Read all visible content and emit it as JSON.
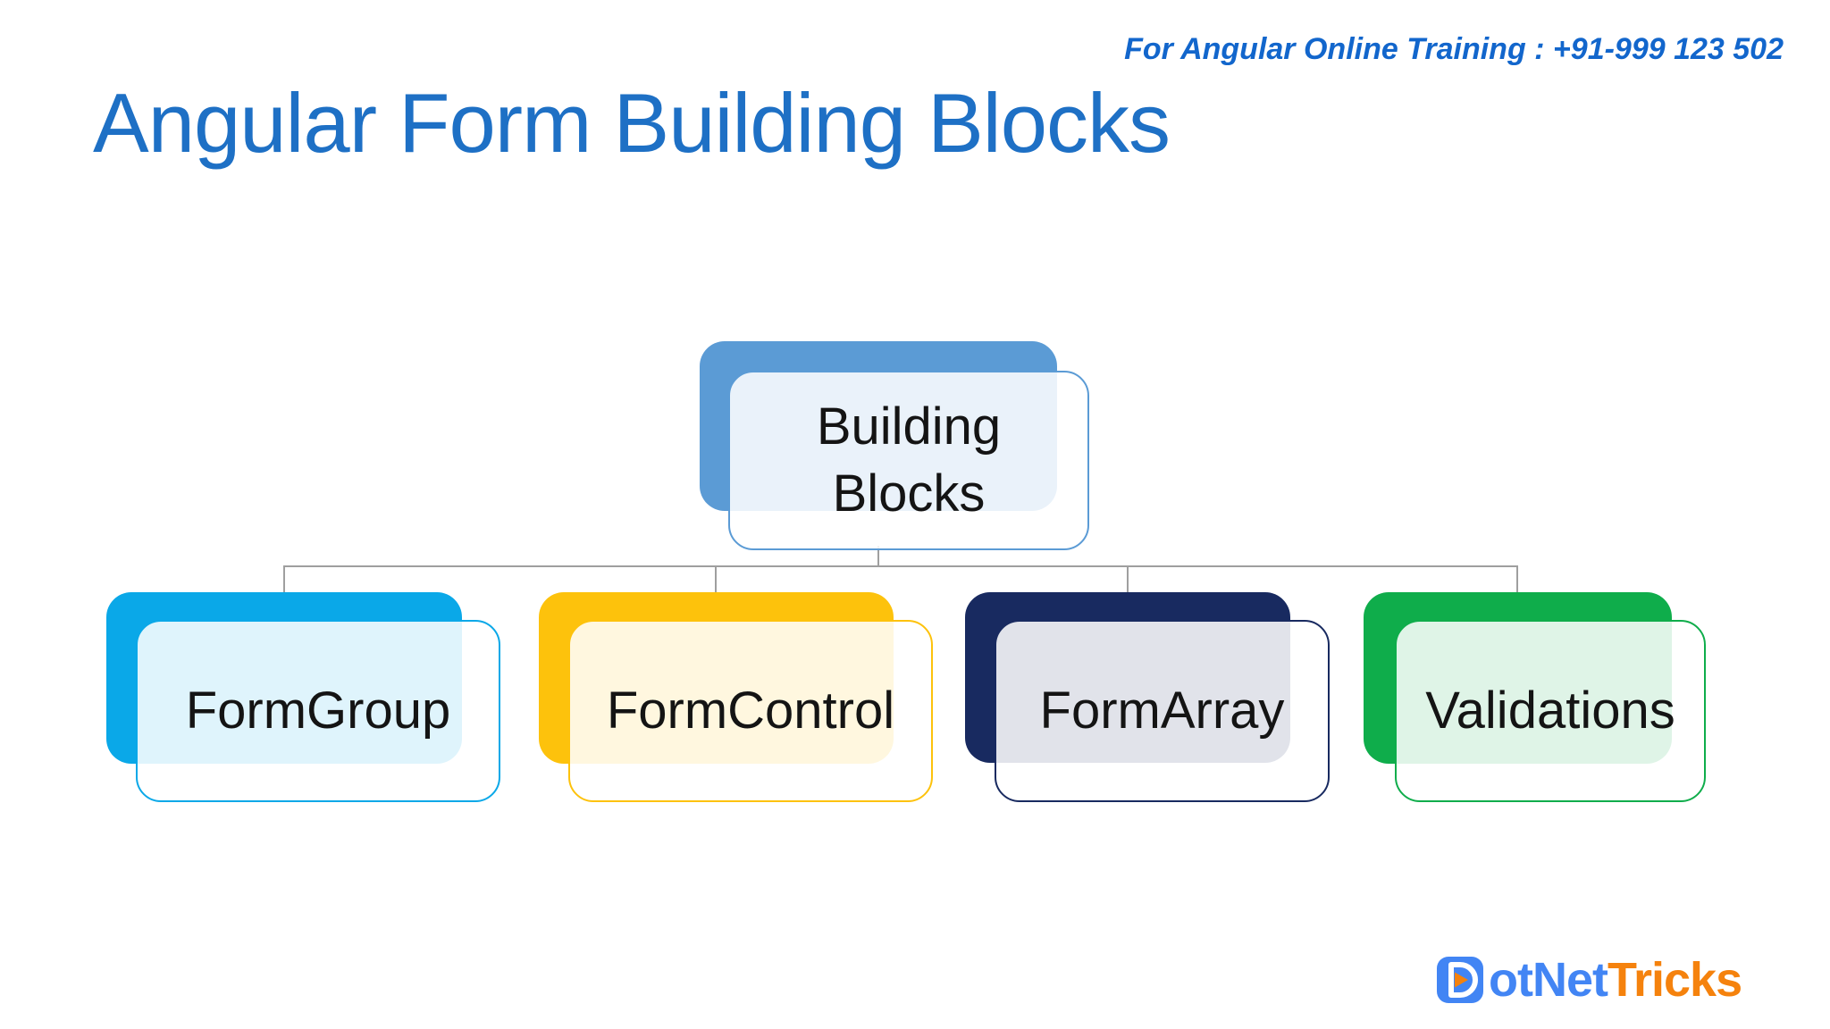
{
  "header": {
    "note": "For Angular Online Training : +91-999 123 502",
    "title": "Angular Form Building Blocks"
  },
  "diagram": {
    "root": {
      "label": "Building Blocks",
      "color": "#5b9bd5",
      "tint": "#e9f2f9"
    },
    "children": [
      {
        "label": "FormGroup",
        "color": "#0aa8e8",
        "tint": "#dff3fc"
      },
      {
        "label": "FormControl",
        "color": "#fdc20c",
        "tint": "#fef7df"
      },
      {
        "label": "FormArray",
        "color": "#182a60",
        "tint": "#e1e3ea"
      },
      {
        "label": "Validations",
        "color": "#0fad4b",
        "tint": "#dff4e7"
      }
    ],
    "connector_color": "#9f9f9f",
    "front_fill": "rgba(255,255,255,0.87)"
  },
  "footer": {
    "logo": {
      "icon": "dotnettricks-play-icon",
      "text_blue": "otNet",
      "text_orange": "Tricks",
      "blue": "#4285f4",
      "orange": "#f5820d"
    }
  },
  "colors": {
    "title": "#1e70c5",
    "note": "#1266cc",
    "node_text": "#141414",
    "background": "#ffffff"
  }
}
